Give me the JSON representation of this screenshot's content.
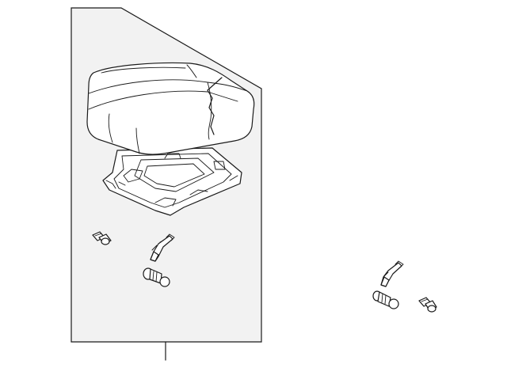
{
  "diagram": {
    "background_color": "#ffffff",
    "panel_color": "#f2f2f2",
    "line_color": "#1a1a1a",
    "parts": [
      {
        "name": "console-lid-cushion"
      },
      {
        "name": "lid-base-frame"
      },
      {
        "name": "bolt"
      },
      {
        "name": "hinge-bracket"
      },
      {
        "name": "stud-bolt"
      }
    ],
    "loose_parts": [
      {
        "name": "hinge-bracket"
      },
      {
        "name": "stud-bolt"
      },
      {
        "name": "bolt"
      }
    ]
  }
}
